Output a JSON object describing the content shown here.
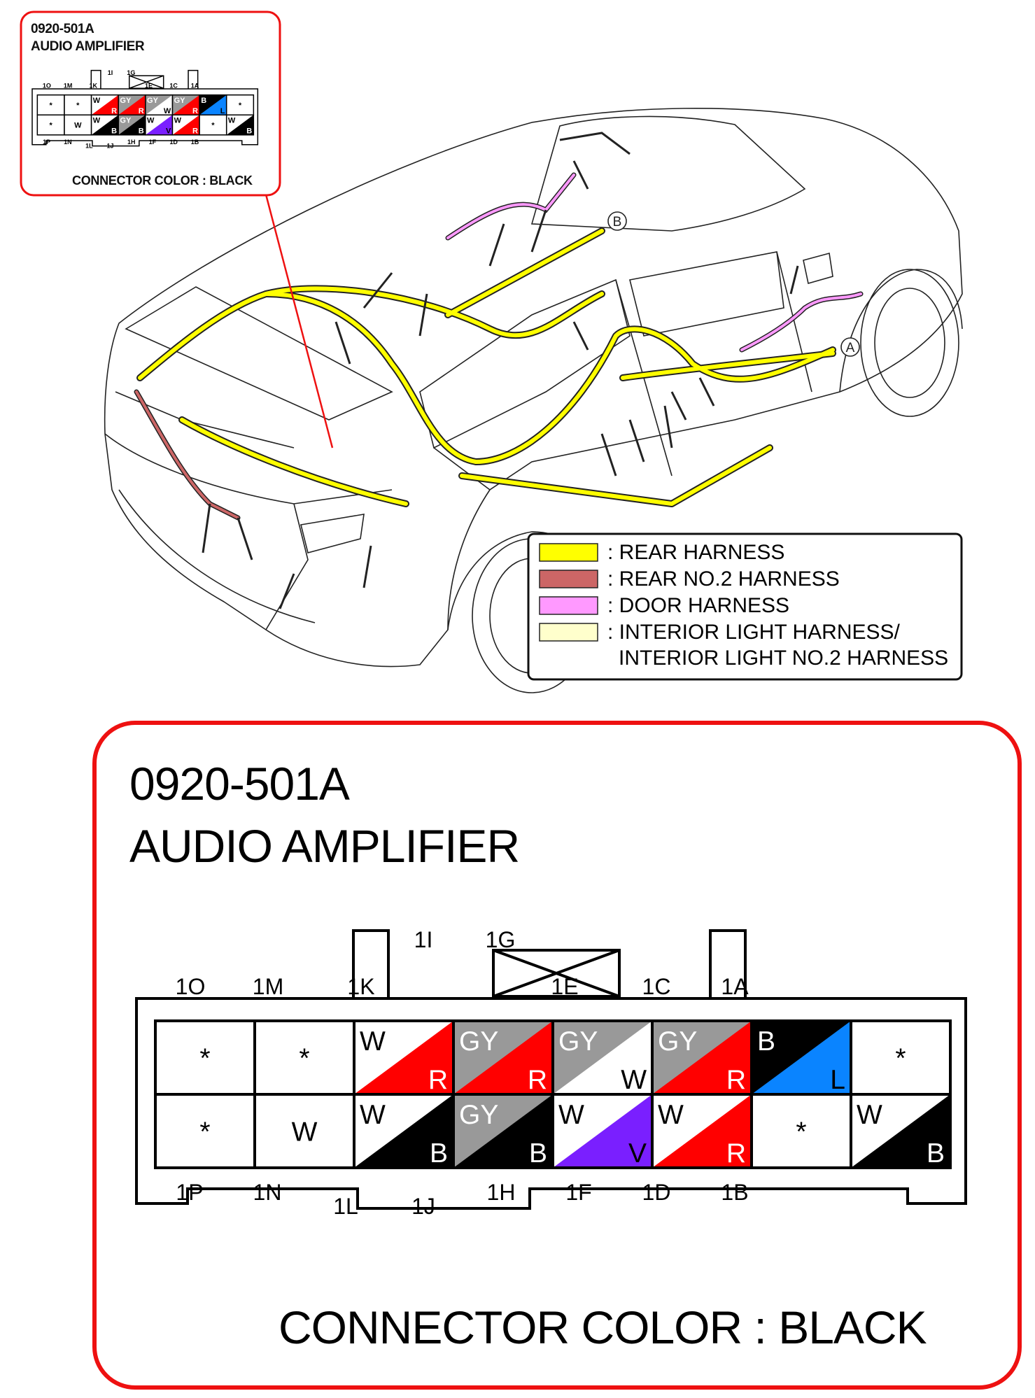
{
  "connector": {
    "code": "0920-501A",
    "name": "AUDIO AMPLIFIER",
    "color_text": "CONNECTOR COLOR : BLACK",
    "top_labels": [
      "1O",
      "1M",
      "1K",
      "1E",
      "1C",
      "1A"
    ],
    "bottom_labels": [
      "1P",
      "1N",
      "1L",
      "1J",
      "1H",
      "1F",
      "1D",
      "1B"
    ],
    "lock_labels": [
      "1I",
      "1G"
    ],
    "rows": [
      [
        {
          "pin": "1O",
          "c1": "*",
          "c2": "",
          "fill": ""
        },
        {
          "pin": "1M",
          "c1": "*",
          "c2": "",
          "fill": ""
        },
        {
          "pin": "1K",
          "c1": "W",
          "c2": "R",
          "fill": "#ff0000",
          "bg": "#ffffff",
          "fg1": "#000000",
          "fg2": "#ffffff"
        },
        {
          "pin": "1I",
          "c1": "GY",
          "c2": "R",
          "fill": "#ff0000",
          "bg": "#999999",
          "fg1": "#ffffff",
          "fg2": "#ffffff"
        },
        {
          "pin": "1G",
          "c1": "GY",
          "c2": "W",
          "fill": "#ffffff",
          "bg": "#999999",
          "fg1": "#ffffff",
          "fg2": "#000000"
        },
        {
          "pin": "1E",
          "c1": "GY",
          "c2": "R",
          "fill": "#ff0000",
          "bg": "#999999",
          "fg1": "#ffffff",
          "fg2": "#ffffff"
        },
        {
          "pin": "1C",
          "c1": "B",
          "c2": "L",
          "fill": "#0a84ff",
          "bg": "#000000",
          "fg1": "#ffffff",
          "fg2": "#000000"
        },
        {
          "pin": "1A",
          "c1": "*",
          "c2": "",
          "fill": ""
        }
      ],
      [
        {
          "pin": "1P",
          "c1": "*",
          "c2": "",
          "fill": ""
        },
        {
          "pin": "1N",
          "c1": "W",
          "c2": "",
          "fill": ""
        },
        {
          "pin": "1L",
          "c1": "W",
          "c2": "B",
          "fill": "#000000",
          "bg": "#ffffff",
          "fg1": "#000000",
          "fg2": "#ffffff"
        },
        {
          "pin": "1J",
          "c1": "GY",
          "c2": "B",
          "fill": "#000000",
          "bg": "#999999",
          "fg1": "#ffffff",
          "fg2": "#ffffff"
        },
        {
          "pin": "1H",
          "c1": "W",
          "c2": "V",
          "fill": "#7a1fff",
          "bg": "#ffffff",
          "fg1": "#000000",
          "fg2": "#000000"
        },
        {
          "pin": "1F",
          "c1": "W",
          "c2": "R",
          "fill": "#ff0000",
          "bg": "#ffffff",
          "fg1": "#000000",
          "fg2": "#ffffff"
        },
        {
          "pin": "1D",
          "c1": "*",
          "c2": "",
          "fill": ""
        },
        {
          "pin": "1B",
          "c1": "W",
          "c2": "B",
          "fill": "#000000",
          "bg": "#ffffff",
          "fg1": "#000000",
          "fg2": "#ffffff"
        }
      ]
    ]
  },
  "legend": {
    "items": [
      {
        "color": "#ffff00",
        "label": ": REAR HARNESS"
      },
      {
        "color": "#cc6666",
        "label": ": REAR NO.2 HARNESS"
      },
      {
        "color": "#ff99ff",
        "label": ": DOOR HARNESS"
      },
      {
        "color": "#ffffcc",
        "label": ": INTERIOR LIGHT HARNESS/"
      }
    ],
    "continuation": "INTERIOR LIGHT NO.2 HARNESS"
  },
  "markers": {
    "a": "A",
    "b": "B"
  },
  "colors": {
    "accent": "#ee1111",
    "harness": "#ffff00"
  }
}
